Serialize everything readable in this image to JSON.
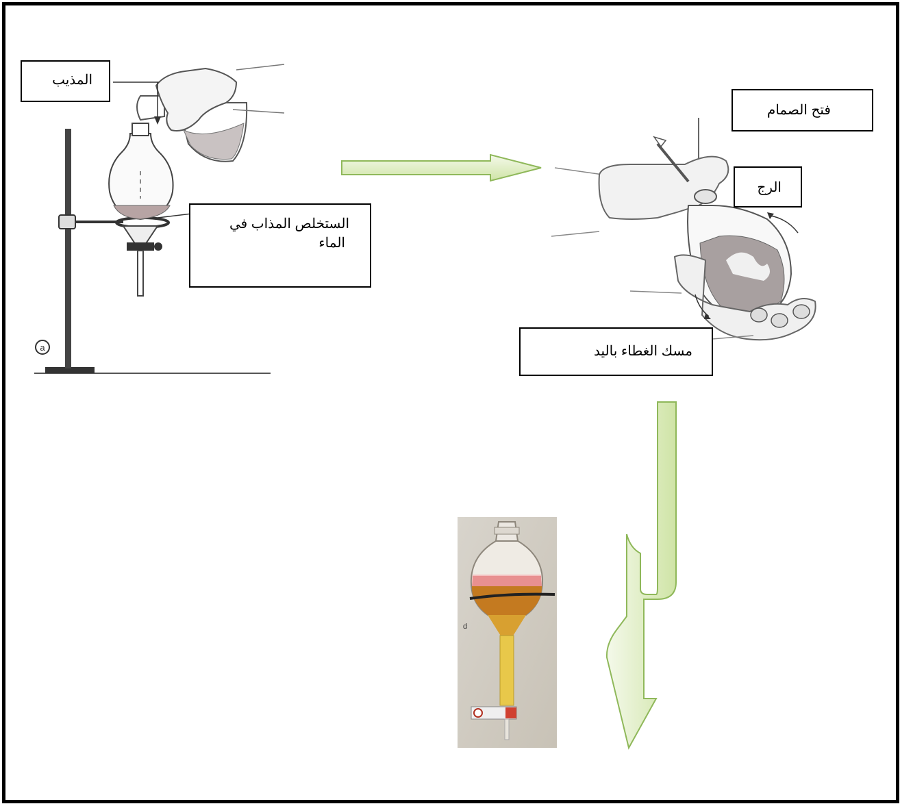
{
  "labels": {
    "solvent": "المذيب",
    "extract_line1": "الستخلص المذاب في",
    "extract_line2": "الماء",
    "open_valve": "فتح الصمام",
    "shaking": "الرج",
    "hold_cap": "مسك الغطاء باليد"
  },
  "figure_marks": {
    "panel_a": "a",
    "panel_d": "d"
  },
  "colors": {
    "arrow_fill": "#d4e8b0",
    "arrow_stroke": "#8fb85a",
    "liquid_top": "#e88a8a",
    "liquid_bottom": "#c8781a",
    "liquid_stem": "#e8c84a"
  }
}
